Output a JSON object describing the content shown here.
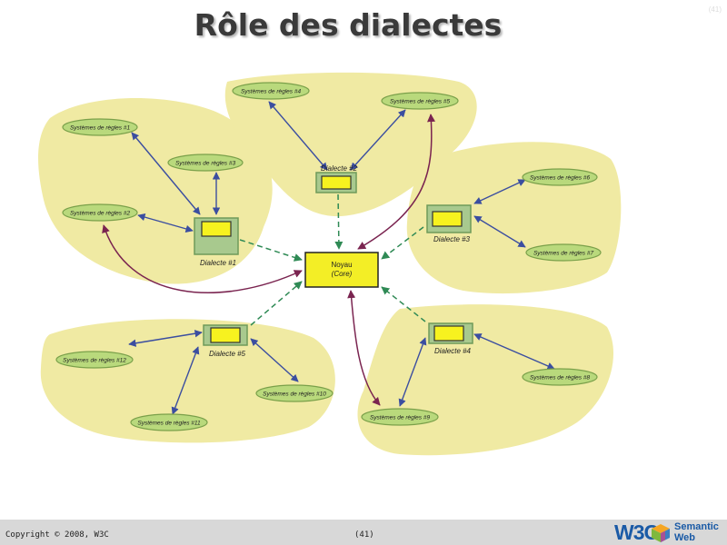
{
  "slide": {
    "title": "Rôle des dialectes",
    "corner_number": "(41)"
  },
  "diagram": {
    "core": {
      "label": "Noyau",
      "sublabel": "(Core)"
    },
    "dialects": [
      "Dialecte #1",
      "Dialecte #2",
      "Dialecte #3",
      "Dialecte #4",
      "Dialecte #5"
    ],
    "rule_systems": [
      "Systèmes de règles #1",
      "Systèmes de règles #2",
      "Systèmes de règles #3",
      "Systèmes de règles #4",
      "Systèmes de règles #5",
      "Systèmes de règles #6",
      "Systèmes de règles #7",
      "Systèmes de règles #8",
      "Systèmes de règles #9",
      "Systèmes de règles #10",
      "Systèmes de règles #11",
      "Systèmes de règles #12"
    ],
    "colors": {
      "blob": "#f0eaa3",
      "ellipse_fill": "#b9d97c",
      "ellipse_stroke": "#7aa04a",
      "dialect_box": "#a8c98e",
      "inner_box": "#f7f21f",
      "core_box": "#f3ee26",
      "blue_arrow": "#3b4ea0",
      "purple_arrow": "#7a2450",
      "green_dashed": "#2f8a55"
    }
  },
  "footer": {
    "copyright": "Copyright © 2008, W3C",
    "page": "(41)",
    "logo_w3c": "W3C",
    "logo_line1": "Semantic",
    "logo_line2": "Web"
  }
}
